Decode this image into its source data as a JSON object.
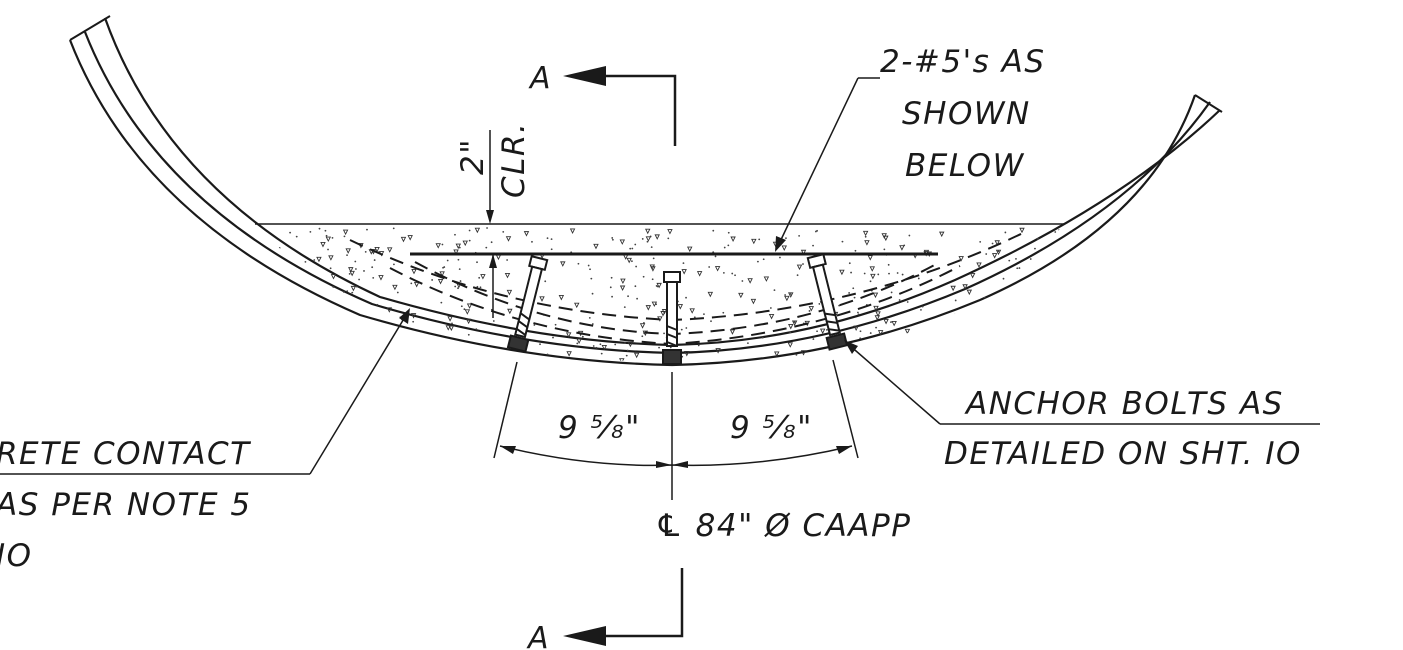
{
  "section_marks": {
    "top": "A",
    "bottom": "A"
  },
  "cover": {
    "value": "2\"",
    "label": "CLR."
  },
  "rebar_note": [
    "2-#5's AS",
    "SHOWN",
    "BELOW"
  ],
  "concrete_note": [
    "RETE CONTACT",
    "AS PER NOTE 5",
    "IO"
  ],
  "anchor_note": [
    "ANCHOR BOLTS AS",
    "DETAILED ON SHT. IO"
  ],
  "spacing": {
    "left": "9 ⁵⁄₈\"",
    "right": "9 ⁵⁄₈\""
  },
  "pipe_label": "℄ 84\" Ø CAAPP"
}
